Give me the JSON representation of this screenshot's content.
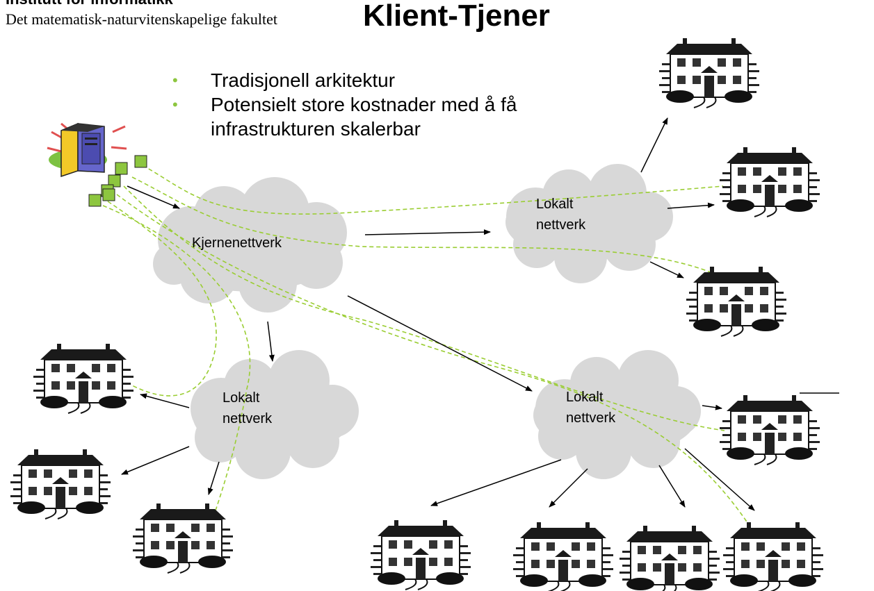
{
  "header": {
    "institute": "Institutt for informatikk",
    "faculty": "Det matematisk-naturvitenskapelige fakultet"
  },
  "title": "Klient-Tjener",
  "bullets": [
    "Tradisjonell arkitektur",
    "Potensielt store kostnader med å få infrastrukturen skalerbar"
  ],
  "clouds": {
    "core": "Kjernenettverk",
    "local_top_right": "Lokalt\nnettverk",
    "local_bottom_left": "Lokalt\nnettverk",
    "local_bottom_right": "Lokalt\nnettverk"
  },
  "colors": {
    "cloud": "#d8d8d8",
    "data_link": "#9acd32",
    "packet": "#8dc63f",
    "bullet": "#8dc63f",
    "arrow": "#000000"
  },
  "icons": {
    "server": "server-computer-icon",
    "house": "house-icon"
  }
}
